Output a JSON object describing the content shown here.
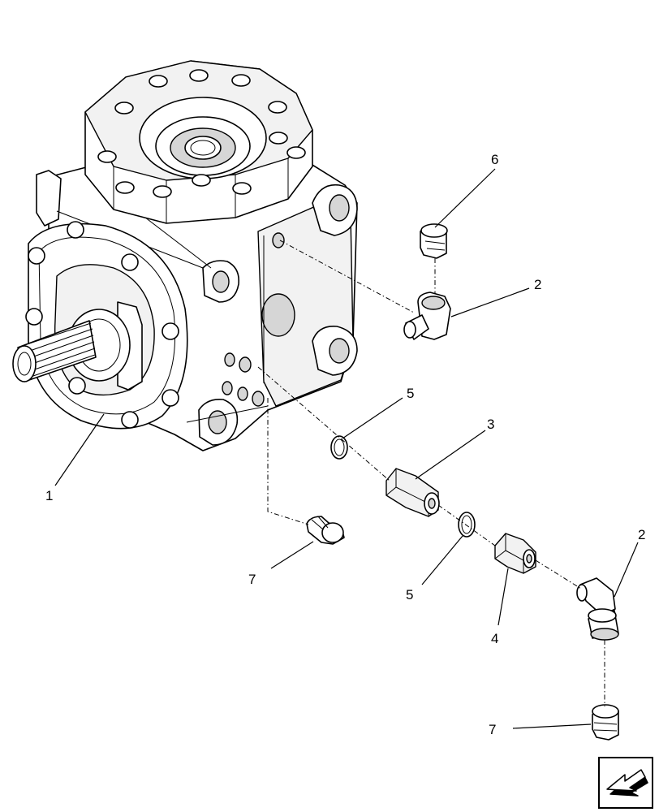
{
  "callouts": [
    {
      "id": "c1",
      "text": "1"
    },
    {
      "id": "c2a",
      "text": "2"
    },
    {
      "id": "c2b",
      "text": "2"
    },
    {
      "id": "c3",
      "text": "3"
    },
    {
      "id": "c4",
      "text": "4"
    },
    {
      "id": "c5a",
      "text": "5"
    },
    {
      "id": "c5b",
      "text": "5"
    },
    {
      "id": "c6",
      "text": "6"
    },
    {
      "id": "c7a",
      "text": "7"
    },
    {
      "id": "c7b",
      "text": "7"
    }
  ],
  "icons": {
    "nav_arrow": "back-arrow-icon"
  }
}
